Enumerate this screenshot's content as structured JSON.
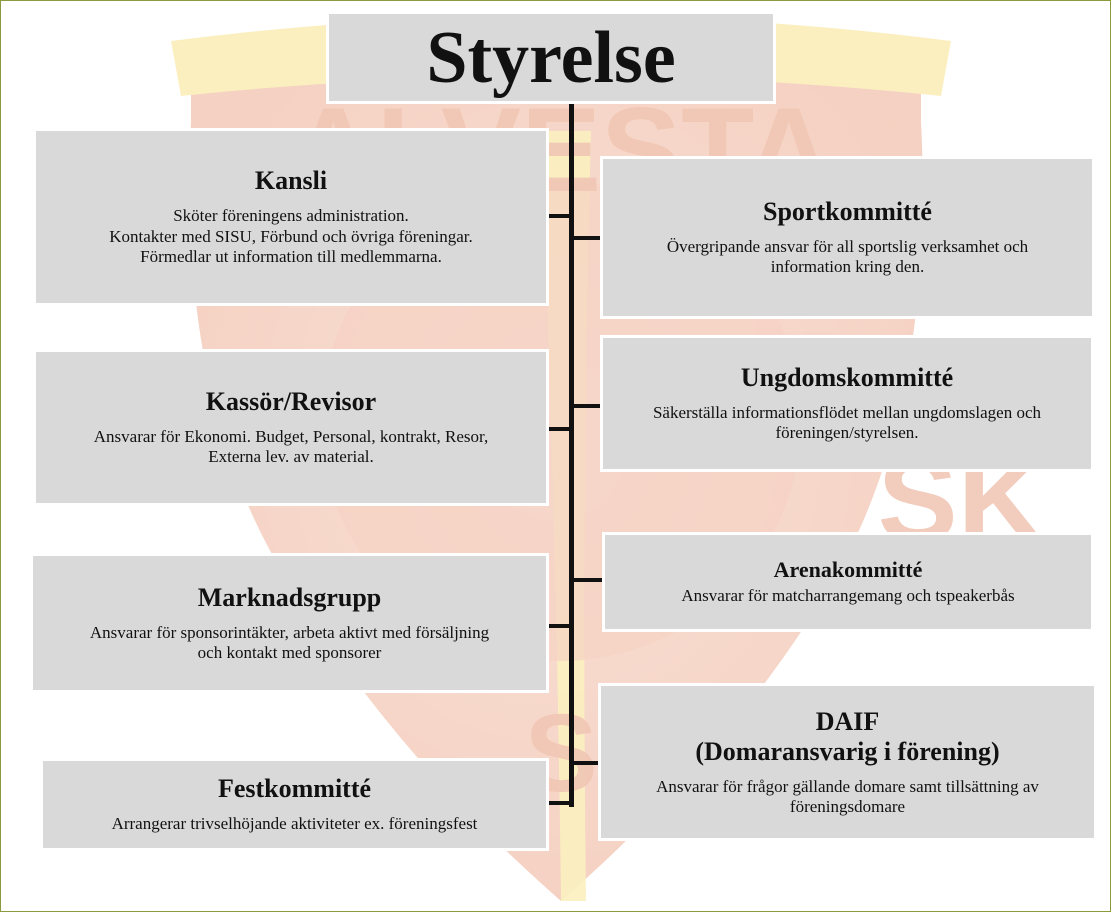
{
  "diagram": {
    "title": "Styrelse",
    "watermark": {
      "text_top": "ALVESTA",
      "text_right": "SK",
      "text_bottom": "S",
      "colors": {
        "shield": "#f6d6c8",
        "band": "#fbf0c0",
        "letters": "#f7d9cc"
      }
    },
    "colors": {
      "box_fill": "#d9d9d9",
      "connector": "#111111",
      "page_border": "#8b9a3a"
    },
    "left": [
      {
        "name": "Kansli",
        "desc": [
          "Sköter föreningens administration.",
          "Kontakter med SISU, Förbund och övriga föreningar.",
          "Förmedlar ut information till medlemmarna."
        ]
      },
      {
        "name": "Kassör/Revisor",
        "desc": [
          "Ansvarar för Ekonomi. Budget, Personal, kontrakt, Resor,",
          "Externa lev. av material."
        ]
      },
      {
        "name": "Marknadsgrupp",
        "desc": [
          "Ansvarar för sponsorintäkter, arbeta aktivt med försäljning",
          "och kontakt med sponsorer"
        ]
      },
      {
        "name": "Festkommitté",
        "desc": [
          "Arrangerar trivselhöjande aktiviteter ex. föreningsfest"
        ]
      }
    ],
    "right": [
      {
        "name": "Sportkommitté",
        "desc": [
          "Övergripande ansvar för all sportslig verksamhet och",
          "information kring den."
        ]
      },
      {
        "name": "Ungdomskommitté",
        "desc": [
          "Säkerställa informationsflödet mellan ungdomslagen och",
          "föreningen/styrelsen."
        ]
      },
      {
        "name": "Arenakommitté",
        "desc": [
          "Ansvarar för matcharrangemang och tspeakerbås"
        ]
      },
      {
        "name_line1": "DAIF",
        "name_line2": "(Domaransvarig i förening)",
        "desc": [
          "Ansvarar för frågor gällande domare samt tillsättning av",
          "föreningsdomare"
        ]
      }
    ]
  }
}
